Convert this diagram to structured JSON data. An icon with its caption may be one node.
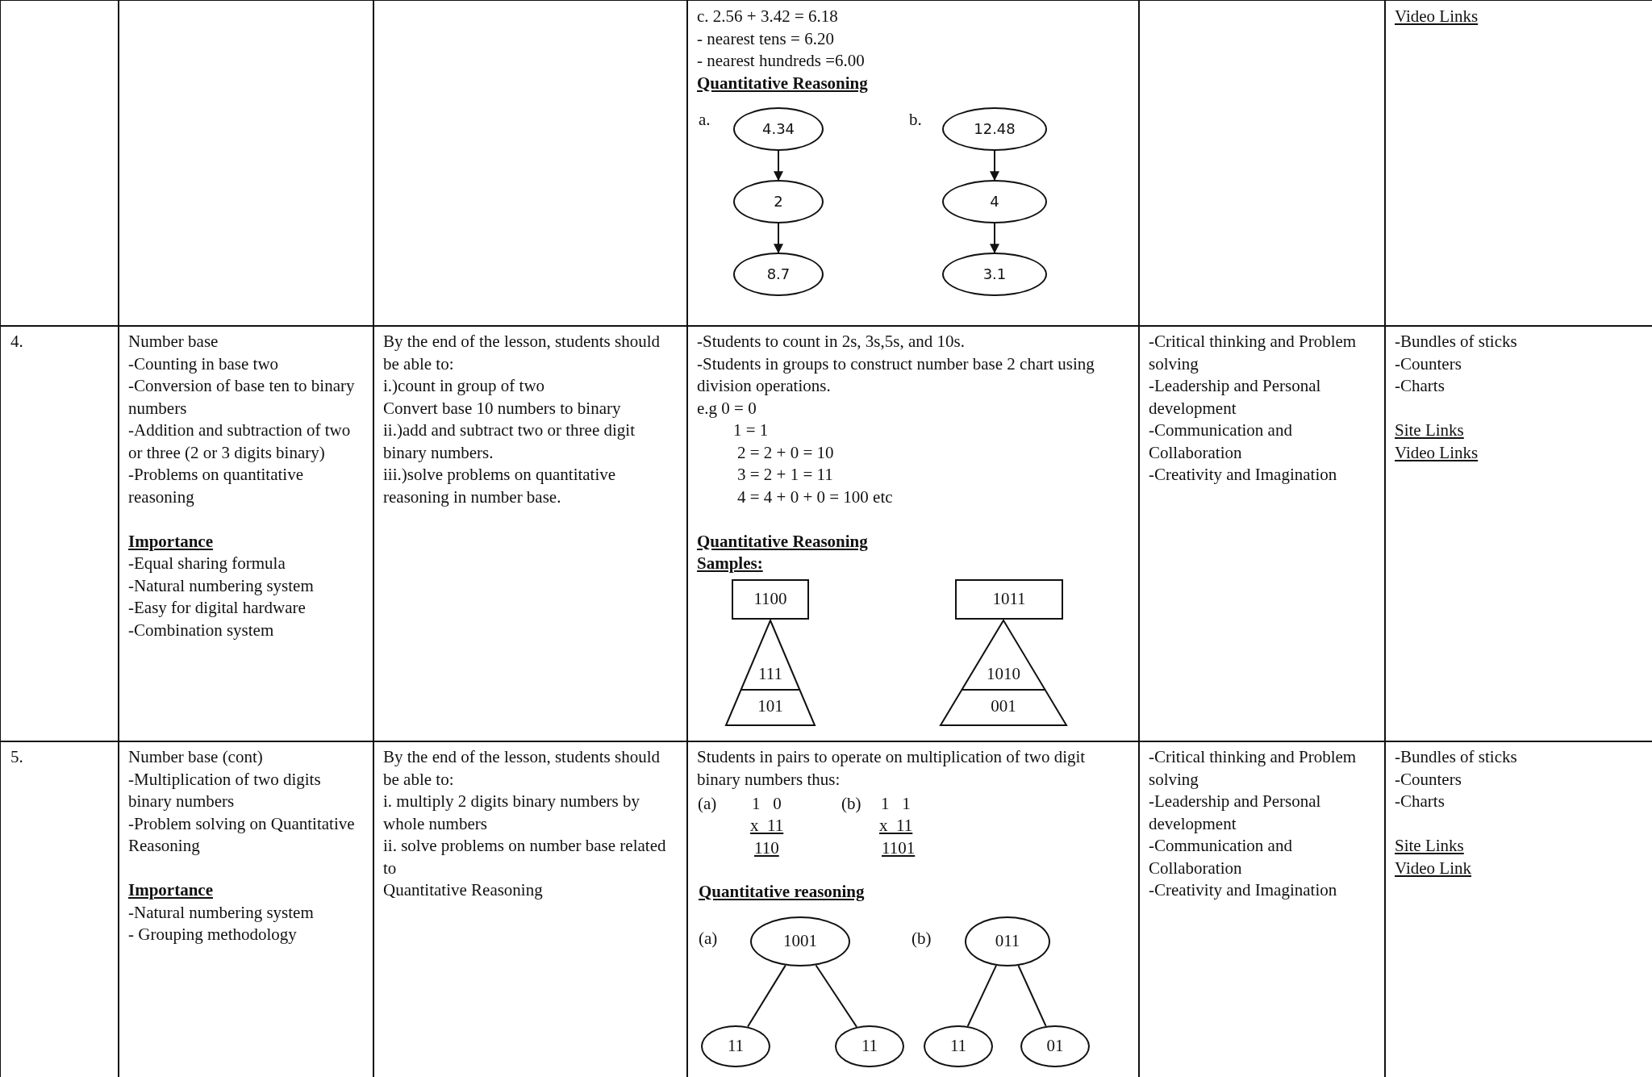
{
  "diagram": {
    "nodes": [
      {
        "text": [
          "4.34"
        ]
      },
      {
        "text": [
          "2"
        ]
      },
      {
        "text": [
          "8.7"
        ]
      },
      {
        "text": [
          "12.48"
        ]
      },
      {
        "text": [
          "4"
        ]
      },
      {
        "text": [
          "3.1"
        ]
      },
      {
        "text": [
          "1100"
        ]
      },
      {
        "text": [
          "111",
          "101"
        ]
      },
      {
        "text": [
          "1011"
        ]
      },
      {
        "text": [
          "1010",
          "001"
        ]
      },
      {
        "text": [
          "1001"
        ]
      },
      {
        "text": [
          "11"
        ]
      },
      {
        "text": [
          "11"
        ]
      },
      {
        "text": [
          "011"
        ]
      },
      {
        "text": [
          "11"
        ]
      },
      {
        "text": [
          "01"
        ]
      }
    ],
    "edges": [
      {
        "from": 0,
        "to": 1,
        "arrow": "to"
      },
      {
        "from": 1,
        "to": 2,
        "arrow": "to"
      },
      {
        "from": 3,
        "to": 4,
        "arrow": "to"
      },
      {
        "from": 4,
        "to": 5,
        "arrow": "to"
      },
      {
        "from": 10,
        "to": 11,
        "arrow": "none"
      },
      {
        "from": 10,
        "to": 12,
        "arrow": "none"
      },
      {
        "from": 13,
        "to": 14,
        "arrow": "none"
      },
      {
        "from": 13,
        "to": 15,
        "arrow": "none"
      }
    ],
    "labels": [
      "c.  2.56 + 3.42 = 6.18",
      "- nearest  tens = 6.20",
      "- nearest hundreds =6.00",
      "Quantitative Reasoning",
      "a.",
      "b.",
      "Video Links",
      "4.",
      "Number base",
      "-Counting in base two",
      "-Conversion of base ten to binary numbers",
      "-Addition and subtraction of two or three (2 or 3 digits binary)",
      "-Problems on quantitative reasoning",
      "Importance",
      "-Equal sharing formula",
      "-Natural numbering system",
      "-Easy for digital hardware",
      "-Combination system",
      "By the end of the lesson, students should be able to:",
      "i.)count in group of two",
      "Convert base 10 numbers to binary",
      "ii.)add and subtract two or three digit binary numbers.",
      "iii.)solve problems on quantitative reasoning in number base.",
      "-Students to count in 2s, 3s,5s, and 10s.",
      "-Students in groups  to construct number base 2 chart using division operations.",
      "e.g 0 = 0",
      "1 = 1",
      "2 = 2 + 0 = 10",
      "3 = 2 + 1 = 11",
      "4 = 4 + 0 + 0 = 100 etc",
      "Quantitative Reasoning",
      "Samples:",
      "-Critical thinking and Problem solving",
      "-Leadership and Personal development",
      "-Communication and Collaboration",
      "-Creativity and Imagination",
      "-Bundles of sticks",
      "-Counters",
      "-Charts",
      "Site Links",
      "Video Links",
      "5.",
      "Number base (cont)",
      "-Multiplication of two digits binary numbers",
      "-Problem solving on Quantitative Reasoning",
      "Importance",
      "-Natural numbering system",
      "- Grouping methodology",
      "By the end of the lesson, students should be able to:",
      "i. multiply 2 digits binary numbers by whole numbers",
      "ii. solve problems on number base related to",
      "Quantitative Reasoning",
      "Students in pairs to operate on multiplication of two digit binary numbers thus:",
      "(a)",
      "1   0",
      "x  11",
      "110",
      "(b)",
      "1   1",
      "x  11",
      "1101",
      "Quantitative reasoning",
      "(a)",
      "(b)",
      "-Critical thinking and Problem solving",
      "-Leadership and Personal development",
      "-Communication and Collaboration",
      "-Creativity and Imagination",
      "-Bundles of sticks",
      "-Counters",
      "-Charts",
      "Site Links",
      "Video Link"
    ]
  }
}
